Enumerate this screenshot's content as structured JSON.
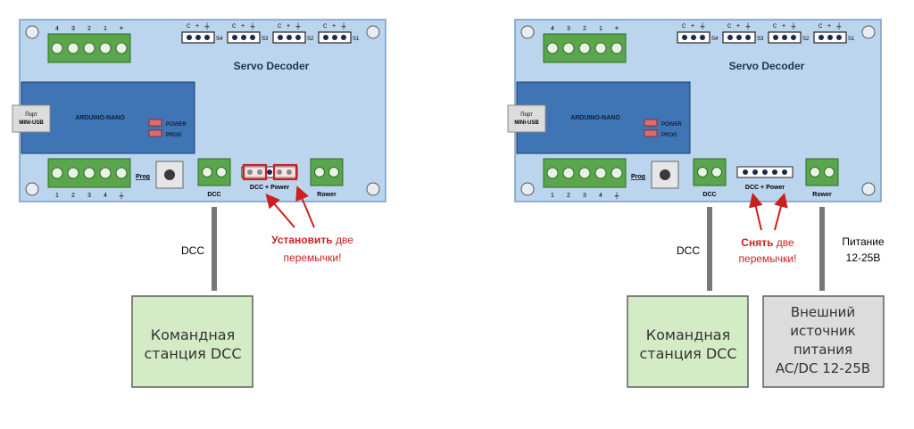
{
  "colors": {
    "board": "#bcd5ee",
    "arduino": "#3f74b5",
    "terminal": "#5aa64c",
    "station": "#d4ecc6",
    "external": "#dcdcdc",
    "highlight_red": "#cc1f1f",
    "led": "#e06b6b"
  },
  "left": {
    "board_title": "Servo Decoder",
    "arduino_label": "ARDUINO-NANO",
    "usb_line1": "Порт",
    "usb_line2": "MINI-USB",
    "power_led": "POWER",
    "prog_led": "PROG",
    "top_pins": [
      "4",
      "3",
      "2",
      "1",
      "+"
    ],
    "bottom_pins": [
      "1",
      "2",
      "3",
      "4",
      "⏚"
    ],
    "servo_pins": [
      "C",
      "+",
      "⏚"
    ],
    "servo_labels": [
      "S4",
      "S3",
      "S2",
      "S1"
    ],
    "prog_label": "Prog",
    "dcc_label": "DCC",
    "dcc_power_label": "DCC + Power",
    "rower_label": "Rower",
    "wire_label": "DCC",
    "note_bold": "Установить",
    "note_rest": " две",
    "note_line2": "перемычки!",
    "station_line1": "Командная",
    "station_line2": "станция DCC"
  },
  "right": {
    "board_title": "Servo Decoder",
    "arduino_label": "ARDUINO-NANO",
    "usb_line1": "Порт",
    "usb_line2": "MINI-USB",
    "power_led": "POWER",
    "prog_led": "PROG",
    "top_pins": [
      "4",
      "3",
      "2",
      "1",
      "+"
    ],
    "bottom_pins": [
      "1",
      "2",
      "3",
      "4",
      "⏚"
    ],
    "servo_pins": [
      "C",
      "+",
      "⏚"
    ],
    "servo_labels": [
      "S4",
      "S3",
      "S2",
      "S1"
    ],
    "prog_label": "Prog",
    "dcc_label": "DCC",
    "dcc_power_label": "DCC + Power",
    "rower_label": "Rower",
    "wire_label": "DCC",
    "note_bold": "Снять",
    "note_rest": " две",
    "note_line2": "перемычки!",
    "power_line1": "Питание",
    "power_line2": "12-25В",
    "station_line1": "Командная",
    "station_line2": "станция DCC",
    "ext_line1": "Внешний",
    "ext_line2": "источник",
    "ext_line3": "питания",
    "ext_line4": "AC/DC 12-25В"
  }
}
